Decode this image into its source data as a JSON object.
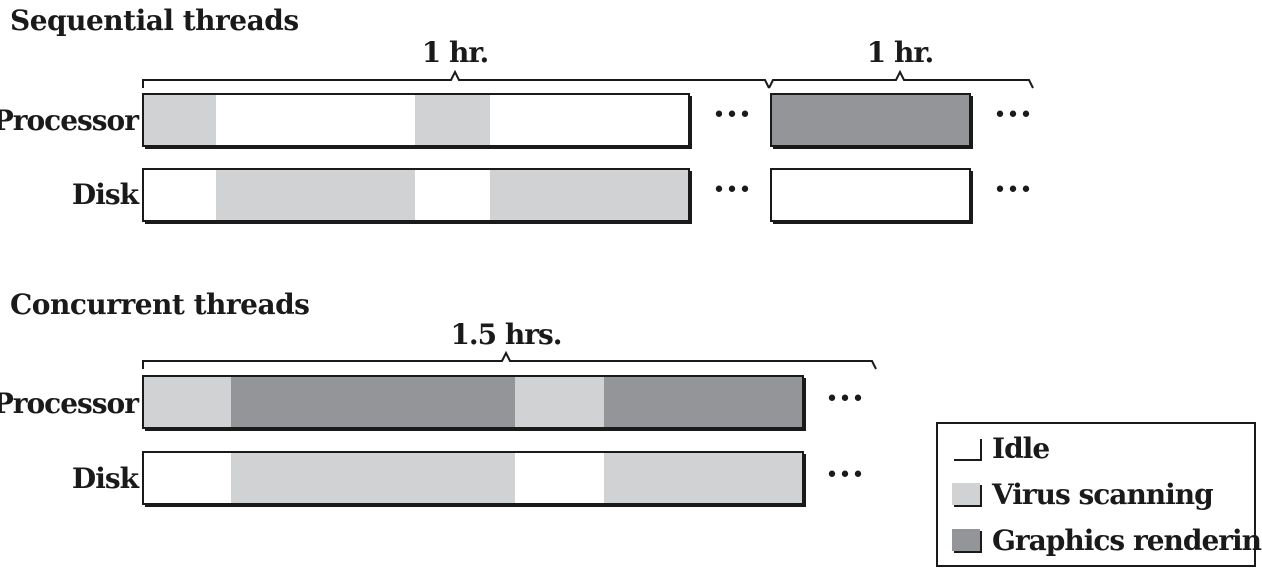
{
  "colors": {
    "idle": "#ffffff",
    "virus_scanning": "#d1d2d4",
    "graphics_rendering": "#939598",
    "ink": "#1a1a1a"
  },
  "sections": {
    "sequential": {
      "title": "Sequential threads",
      "durations": [
        "1 hr.",
        "1 hr."
      ],
      "rows": [
        {
          "label": "Processor",
          "blocks": [
            [
              "virus_scanning",
              "idle",
              "virus_scanning",
              "idle"
            ],
            [
              "graphics_rendering"
            ]
          ]
        },
        {
          "label": "Disk",
          "blocks": [
            [
              "idle",
              "virus_scanning",
              "idle",
              "virus_scanning"
            ],
            [
              "idle"
            ]
          ]
        }
      ]
    },
    "concurrent": {
      "title": "Concurrent threads",
      "durations": [
        "1.5 hrs."
      ],
      "rows": [
        {
          "label": "Processor",
          "blocks": [
            [
              "virus_scanning",
              "graphics_rendering",
              "virus_scanning",
              "graphics_rendering"
            ]
          ]
        },
        {
          "label": "Disk",
          "blocks": [
            [
              "idle",
              "virus_scanning",
              "idle",
              "virus_scanning"
            ]
          ]
        }
      ]
    }
  },
  "continuation": "•••",
  "legend": {
    "items": [
      {
        "label": "Idle",
        "state": "idle"
      },
      {
        "label": "Virus scanning",
        "state": "virus_scanning"
      },
      {
        "label": "Graphics rendering",
        "state": "graphics_rendering"
      }
    ]
  }
}
